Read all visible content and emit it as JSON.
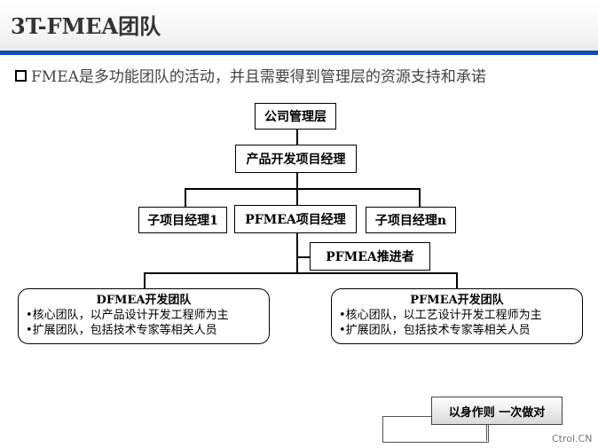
{
  "slide": {
    "title": "3T-FMEA团队",
    "bullet": "FMEA是多功能团队的活动，并且需要得到管理层的资源支持和承诺"
  },
  "org": {
    "top": "公司管理层",
    "manager": "产品开发项目经理",
    "sub1": "子项目经理1",
    "pfmea_pm": "PFMEA项目经理",
    "subn": "子项目经理n",
    "promoter": "PFMEA推进者"
  },
  "teams": {
    "dfmea": {
      "title": "DFMEA开发团队",
      "items": [
        "•核心团队，以产品设计开发工程师为主",
        "•扩展团队，包括技术专家等相关人员"
      ]
    },
    "pfmea": {
      "title": "PFMEA开发团队",
      "items": [
        "•核心团队，以工艺设计开发工程师为主",
        "•扩展团队，包括技术专家等相关人员"
      ]
    }
  },
  "stamp": {
    "text": "以身作则  一次做对"
  },
  "watermark": "Ctrol.CN",
  "colors": {
    "rule": "#1548b8"
  }
}
